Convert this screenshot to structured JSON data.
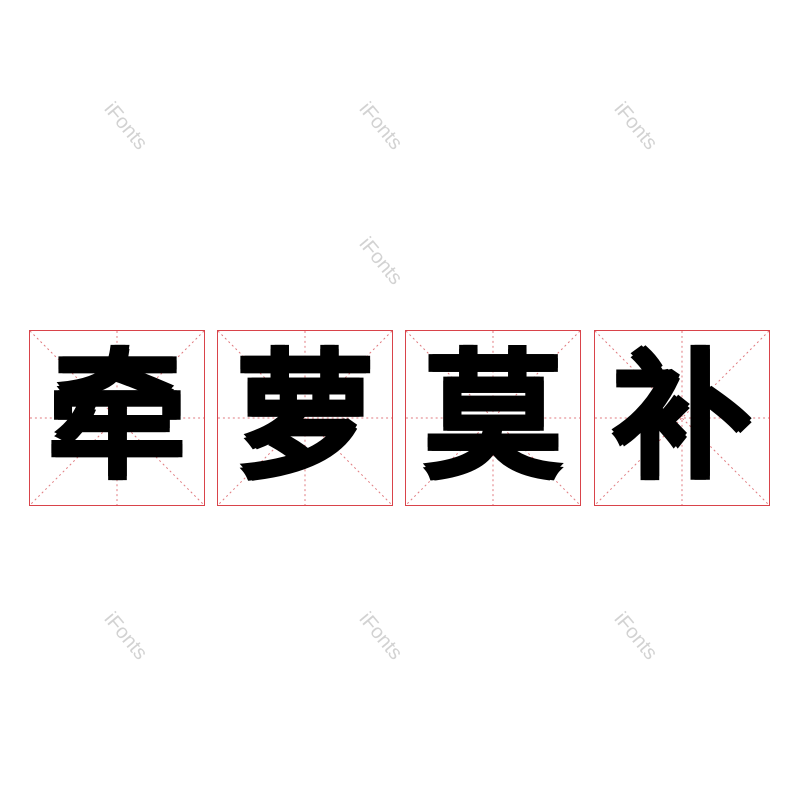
{
  "characters": [
    "牵",
    "萝",
    "莫",
    "补"
  ],
  "watermark": "iFonts",
  "colors": {
    "grid": "#d9434a",
    "glyph": "#000000",
    "watermark": "#c8c8c8"
  }
}
